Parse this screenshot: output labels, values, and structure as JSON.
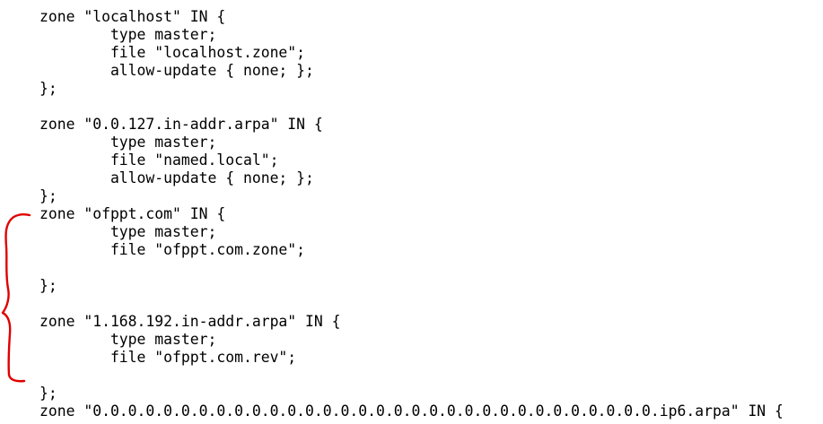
{
  "config": {
    "lines": [
      "zone \"localhost\" IN {",
      "        type master;",
      "        file \"localhost.zone\";",
      "        allow-update { none; };",
      "};",
      "",
      "zone \"0.0.127.in-addr.arpa\" IN {",
      "        type master;",
      "        file \"named.local\";",
      "        allow-update { none; };",
      "};",
      "zone \"ofppt.com\" IN {",
      "        type master;",
      "        file \"ofppt.com.zone\";",
      "",
      "};",
      "",
      "zone \"1.168.192.in-addr.arpa\" IN {",
      "        type master;",
      "        file \"ofppt.com.rev\";",
      "",
      "};",
      "zone \"0.0.0.0.0.0.0.0.0.0.0.0.0.0.0.0.0.0.0.0.0.0.0.0.0.0.0.0.0.0.0.0.ip6.arpa\" IN {"
    ]
  },
  "colors": {
    "text": "#000000",
    "background": "#ffffff",
    "annotation": "#e00000"
  }
}
